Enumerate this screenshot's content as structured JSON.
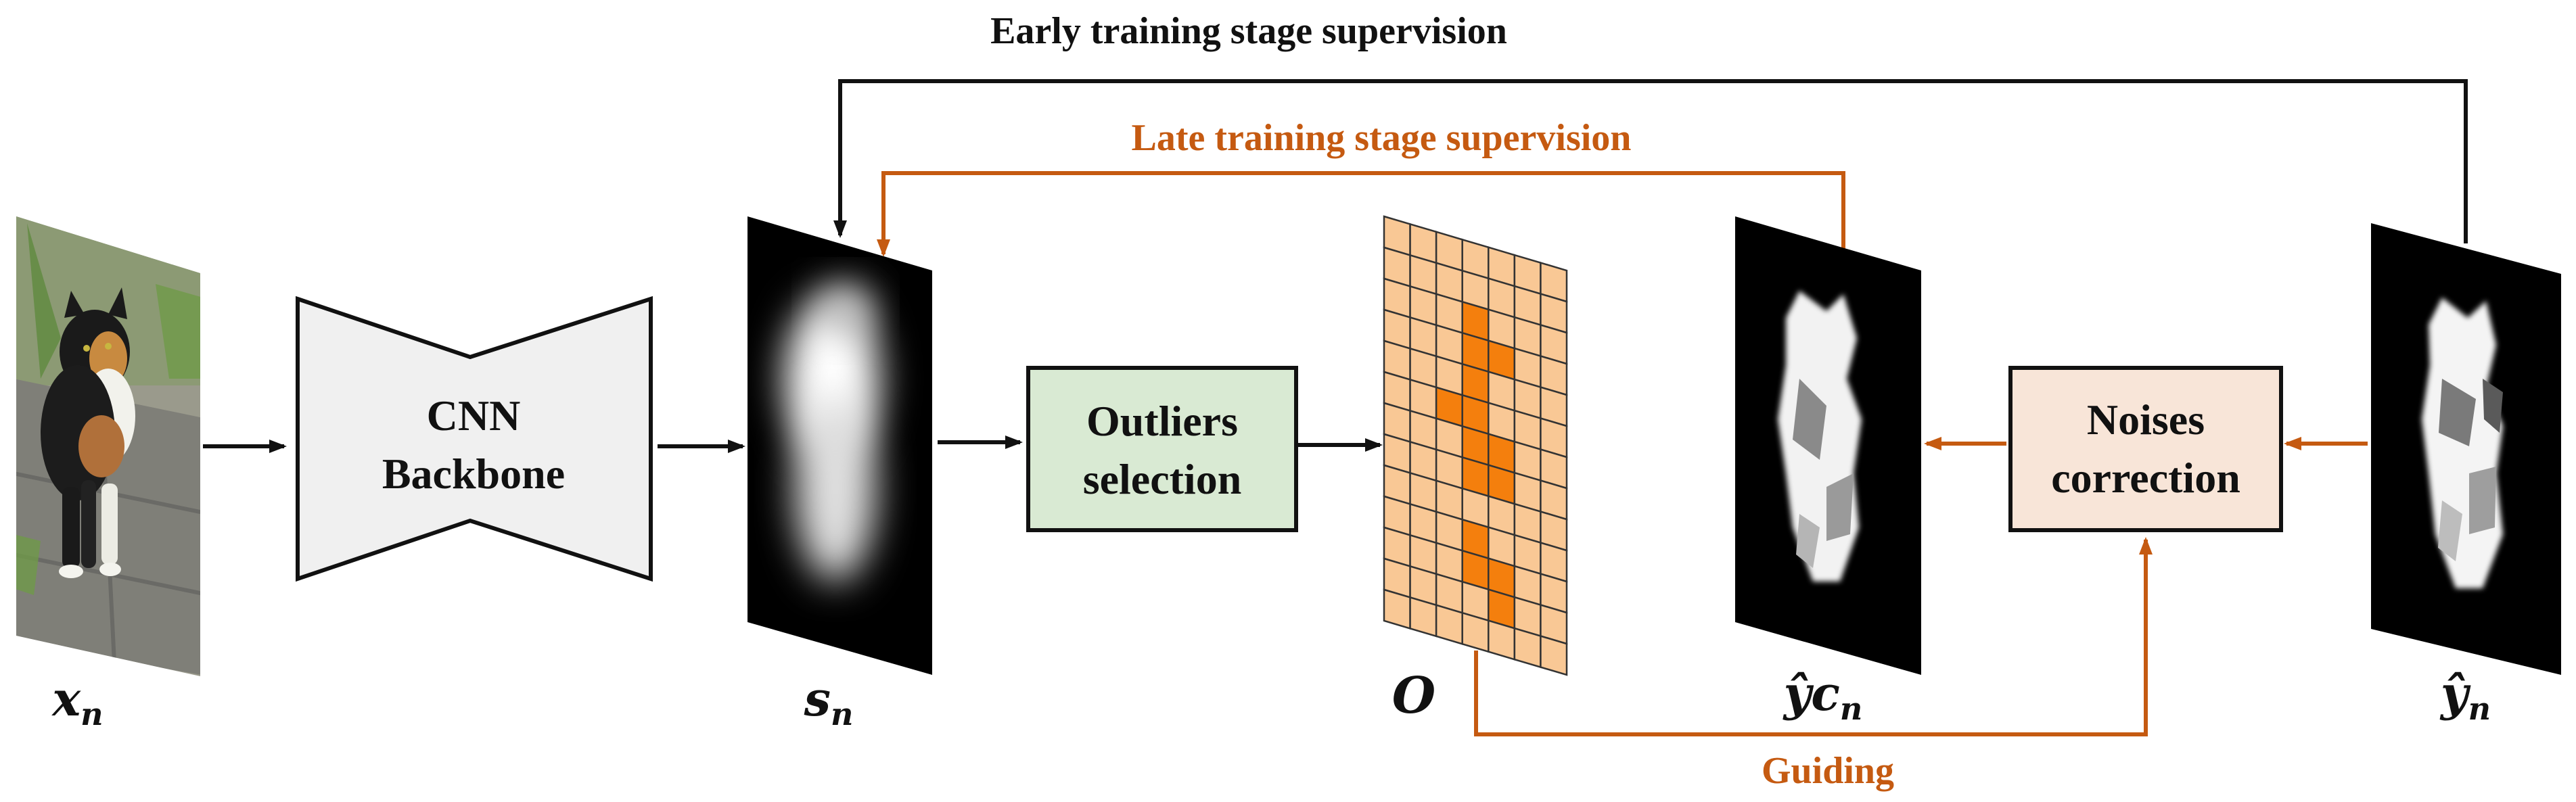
{
  "labels": {
    "early_supervision": "Early training stage supervision",
    "late_supervision": "Late training stage supervision",
    "guiding": "Guiding"
  },
  "blocks": {
    "backbone_line1": "CNN",
    "backbone_line2": "Backbone",
    "outliers_line1": "Outliers",
    "outliers_line2": "selection",
    "noises_line1": "Noises",
    "noises_line2": "correction"
  },
  "variables": {
    "input": {
      "base": "x",
      "sub": "n"
    },
    "saliency": {
      "base": "s",
      "sub": "n"
    },
    "outlier_map": {
      "base": "O"
    },
    "corrected": {
      "base": "ŷc",
      "sub": "n"
    },
    "noisy_label": {
      "base": "ŷ",
      "sub": "n"
    }
  },
  "colors": {
    "orange_accent": "#C55A11",
    "outliers_fill": "#D9EAD3",
    "noises_fill": "#F8E5D8",
    "backbone_fill": "#F0F0F0",
    "grid_light": "#F9C895",
    "grid_dark": "#F47F0D"
  },
  "outlier_grid": {
    "cols": 7,
    "rows": 13,
    "highlighted": [
      [
        2,
        3
      ],
      [
        3,
        3
      ],
      [
        3,
        4
      ],
      [
        4,
        3
      ],
      [
        5,
        2
      ],
      [
        5,
        3
      ],
      [
        6,
        3
      ],
      [
        7,
        3
      ],
      [
        6,
        4
      ],
      [
        7,
        4
      ],
      [
        9,
        3
      ],
      [
        10,
        3
      ],
      [
        10,
        4
      ],
      [
        11,
        4
      ]
    ]
  }
}
